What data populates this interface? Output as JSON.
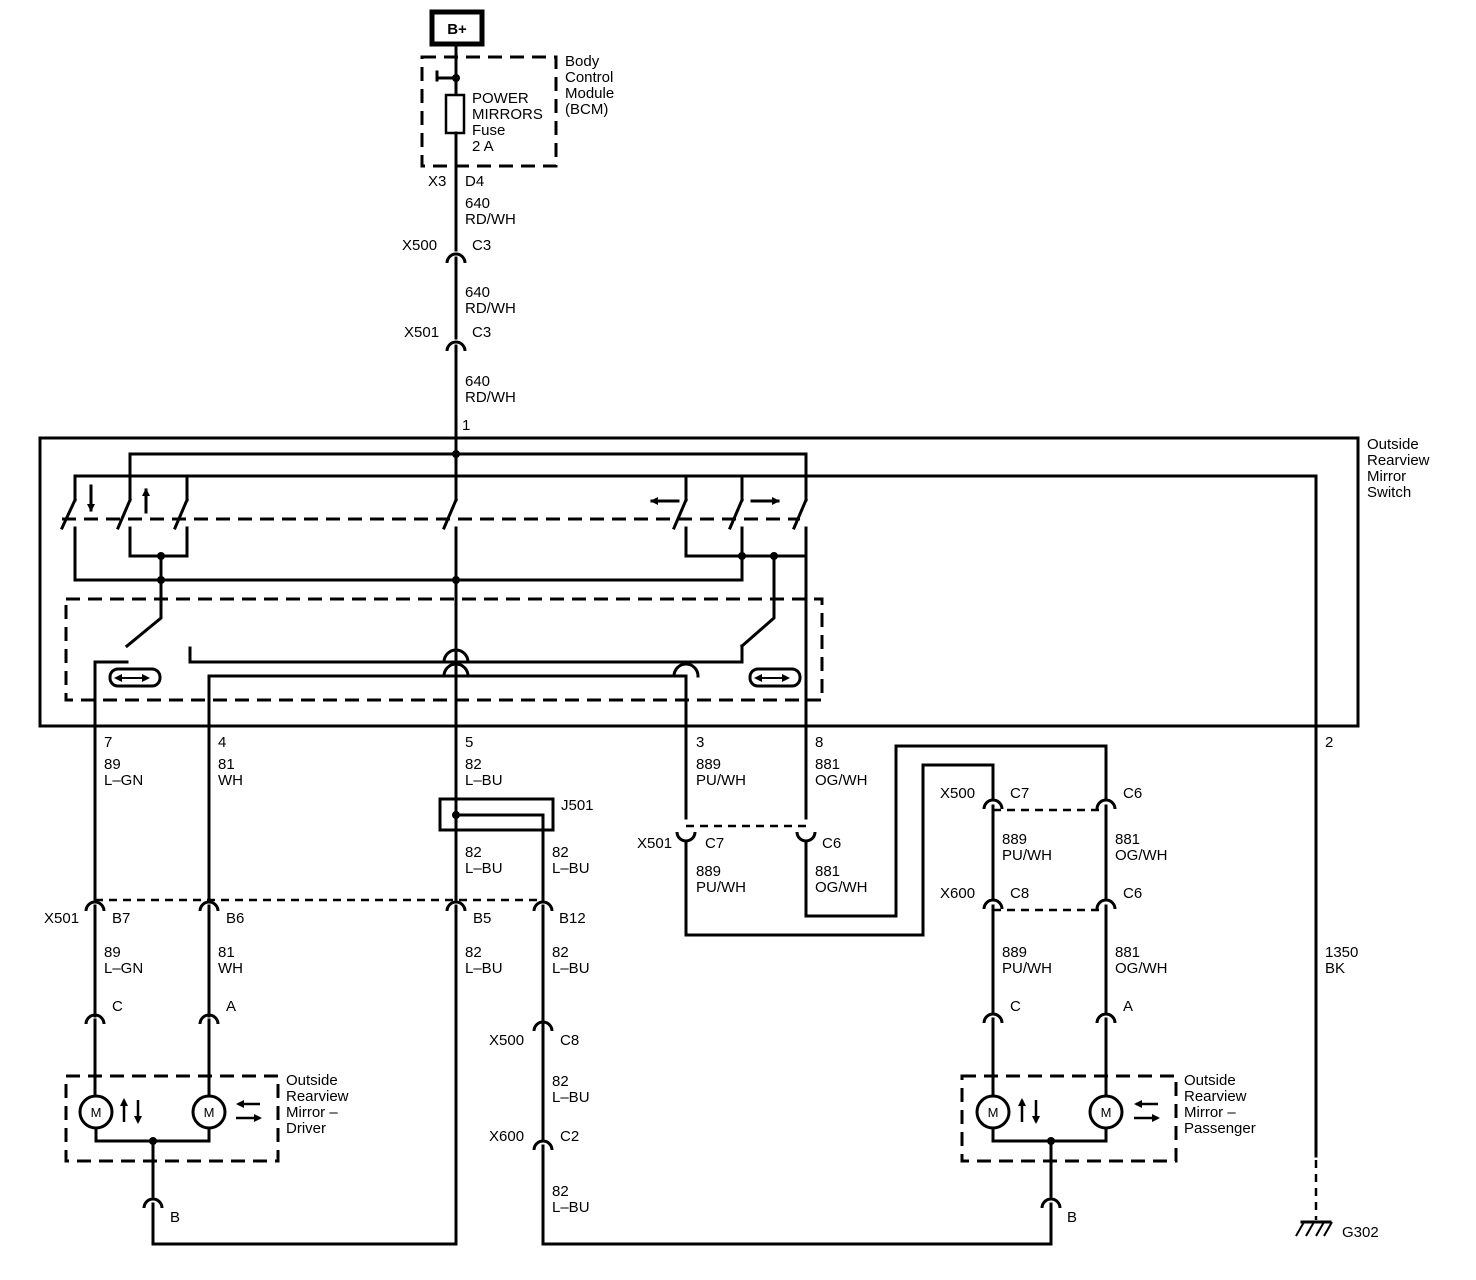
{
  "power": {
    "label": "B+"
  },
  "bcm": {
    "name_lines": [
      "Body",
      "Control",
      "Module",
      "(BCM)"
    ],
    "fuse_lines": [
      "POWER",
      "MIRRORS",
      "Fuse",
      "2 A"
    ],
    "connector": "X3",
    "pin": "D4"
  },
  "feed_circuits": [
    {
      "num": "640",
      "color": "RD/WH"
    },
    {
      "num": "640",
      "color": "RD/WH"
    },
    {
      "num": "640",
      "color": "RD/WH"
    }
  ],
  "feed_connectors": [
    {
      "name": "X500",
      "pin": "C3"
    },
    {
      "name": "X501",
      "pin": "C3"
    }
  ],
  "switch": {
    "name_lines": [
      "Outside",
      "Rearview",
      "Mirror",
      "Switch"
    ],
    "input_pin": "1",
    "output_pins": [
      {
        "pin": "7",
        "num": "89",
        "color": "L–GN"
      },
      {
        "pin": "4",
        "num": "81",
        "color": "WH"
      },
      {
        "pin": "5",
        "num": "82",
        "color": "L–BU"
      },
      {
        "pin": "3",
        "num": "889",
        "color": "PU/WH"
      },
      {
        "pin": "8",
        "num": "881",
        "color": "OG/WH"
      },
      {
        "pin": "2"
      }
    ]
  },
  "splice": {
    "name": "J501",
    "out_a": {
      "num": "82",
      "color": "L–BU"
    },
    "out_b": {
      "num": "82",
      "color": "L–BU"
    }
  },
  "x501_driver": {
    "name": "X501",
    "pins": [
      "B7",
      "B6",
      "B5",
      "B12"
    ],
    "below": [
      {
        "num": "89",
        "color": "L–GN"
      },
      {
        "num": "81",
        "color": "WH"
      },
      {
        "num": "82",
        "color": "L–BU"
      },
      {
        "num": "82",
        "color": "L–BU"
      }
    ]
  },
  "x501_pass": {
    "name": "X501",
    "pins": [
      "C7",
      "C6"
    ],
    "below": [
      {
        "num": "889",
        "color": "PU/WH"
      },
      {
        "num": "881",
        "color": "OG/WH"
      }
    ]
  },
  "pass_chain": {
    "x500": {
      "name": "X500",
      "pins": [
        "C7",
        "C6"
      ]
    },
    "mid": [
      {
        "num": "889",
        "color": "PU/WH"
      },
      {
        "num": "881",
        "color": "OG/WH"
      }
    ],
    "x600": {
      "name": "X600",
      "pins": [
        "C8",
        "C6"
      ]
    },
    "below": [
      {
        "num": "889",
        "color": "PU/WH"
      },
      {
        "num": "881",
        "color": "OG/WH"
      }
    ]
  },
  "return_chain": {
    "x500": {
      "name": "X500",
      "pin": "C8"
    },
    "mid": {
      "num": "82",
      "color": "L–BU"
    },
    "x600": {
      "name": "X600",
      "pin": "C2"
    },
    "below": {
      "num": "82",
      "color": "L–BU"
    }
  },
  "ground": {
    "num": "1350",
    "color": "BK",
    "name": "G302"
  },
  "mirror_driver": {
    "name_lines": [
      "Outside",
      "Rearview",
      "Mirror –",
      "Driver"
    ],
    "pins": [
      "C",
      "A",
      "B"
    ],
    "motor_label": "M"
  },
  "mirror_passenger": {
    "name_lines": [
      "Outside",
      "Rearview",
      "Mirror –",
      "Passenger"
    ],
    "pins": [
      "C",
      "A",
      "B"
    ],
    "motor_label": "M"
  }
}
